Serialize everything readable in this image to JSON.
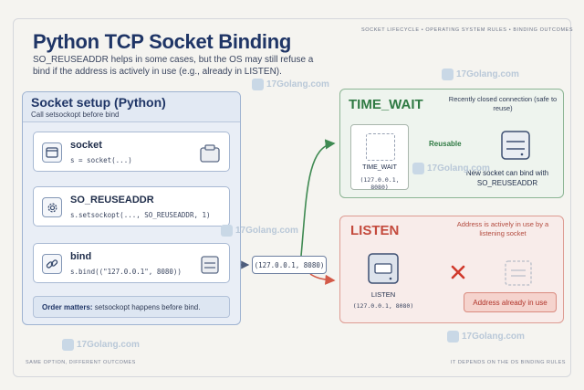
{
  "title": "Python TCP Socket Binding",
  "subtitle": "SO_REUSEADDR helps in some cases, but the OS may still refuse a bind if the address is actively in use (e.g., already in LISTEN).",
  "top_tags": "SOCKET LIFECYCLE  •  OPERATING SYSTEM RULES  •  BINDING OUTCOMES",
  "watermark": "17Golang.com",
  "left_panel": {
    "title": "Socket setup (Python)",
    "subtitle": "Call setsockopt before bind",
    "steps": [
      {
        "name": "socket",
        "code": "s = socket(...)",
        "icon": "window-icon"
      },
      {
        "name": "SO_REUSEADDR",
        "code": "s.setsockopt(..., SO_REUSEADDR, 1)",
        "icon": "gear-icon"
      },
      {
        "name": "bind",
        "code": "s.bind((\"127.0.0.1\", 8080))",
        "icon": "link-icon"
      }
    ],
    "note_bold": "Order matters:",
    "note_text": " setsockopt happens before bind."
  },
  "address_chip": "(127.0.0.1, 8080)",
  "time_wait": {
    "title": "TIME_WAIT",
    "description": "Recently closed connection (safe to reuse)",
    "state_label": "TIME_WAIT",
    "state_addr": "(127.0.0.1, 8080)",
    "arrow_label": "Reusable",
    "result": "New socket can bind with SO_REUSEADDR",
    "color": "#2f7a43"
  },
  "listen": {
    "title": "LISTEN",
    "description": "Address is actively in use by a listening socket",
    "state_label": "LISTEN",
    "state_addr": "(127.0.0.1, 8080)",
    "error": "Address already in use",
    "color": "#c44a3d"
  },
  "footer_left": "SAME OPTION, DIFFERENT OUTCOMES",
  "footer_right": "IT DEPENDS ON THE OS BINDING RULES"
}
